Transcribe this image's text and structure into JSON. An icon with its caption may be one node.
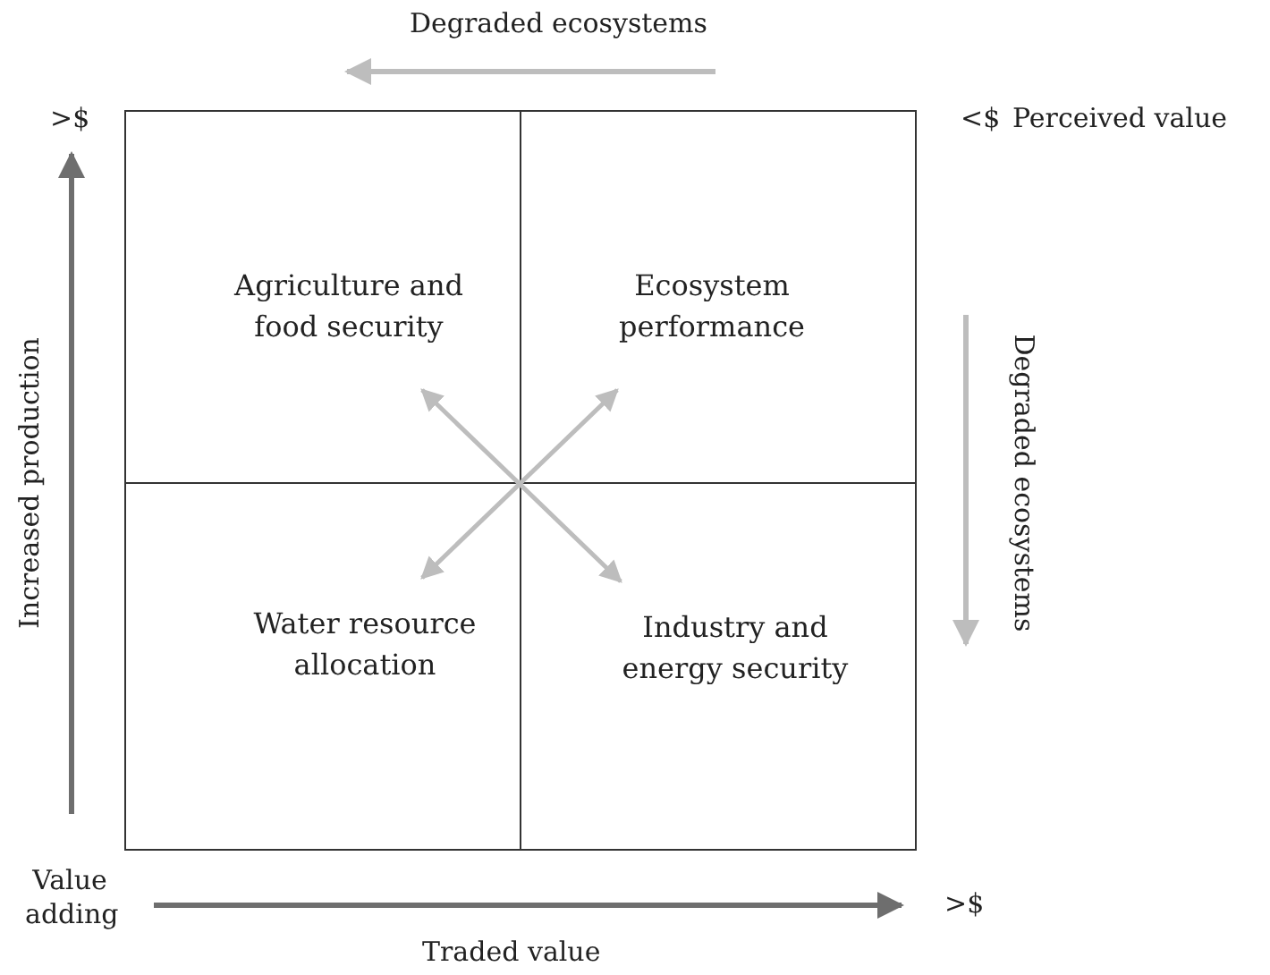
{
  "diagram": {
    "nodes": [
      {
        "text": [
          "Agriculture and food security"
        ]
      },
      {
        "text": [
          "Ecosystem performance"
        ]
      },
      {
        "text": [
          "Water resource allocation"
        ]
      },
      {
        "text": [
          "Industry and energy security"
        ]
      }
    ],
    "edges": [
      {
        "from": 0,
        "to": 3,
        "arrow": "both"
      },
      {
        "from": 1,
        "to": 2,
        "arrow": "both"
      }
    ],
    "labels": [
      "Degraded ecosystems",
      ">$",
      "<$",
      "Perceived value",
      "Increased production",
      "Degraded ecosystems",
      "Value adding",
      ">$",
      "Traded value"
    ]
  }
}
